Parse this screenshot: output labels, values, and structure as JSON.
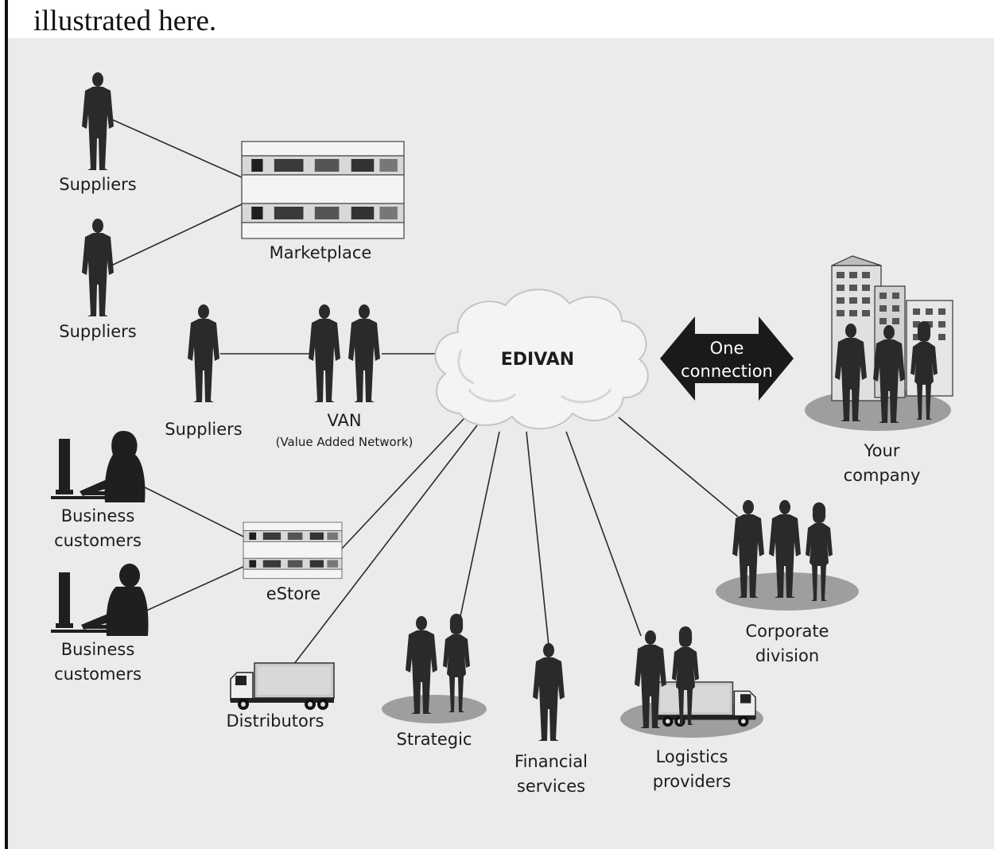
{
  "header": {
    "text": "illustrated here."
  },
  "hub": {
    "label": "EDIVAN"
  },
  "connection": {
    "line1": "One",
    "line2": "connection"
  },
  "your_company": {
    "line1": "Your",
    "line2": "company"
  },
  "marketplace": {
    "label": "Marketplace"
  },
  "estore": {
    "label": "eStore"
  },
  "suppliers": {
    "top": "Suppliers",
    "middle": "Suppliers",
    "van_side": "Suppliers"
  },
  "van": {
    "label": "VAN",
    "sublabel": "(Value Added Network)"
  },
  "business_customers": {
    "first_line1": "Business",
    "first_line2": "customers",
    "second_line1": "Business",
    "second_line2": "customers"
  },
  "distributors": {
    "label": "Distributors"
  },
  "strategic": {
    "label": "Strategic"
  },
  "financial": {
    "line1": "Financial",
    "line2": "services"
  },
  "logistics": {
    "line1": "Logistics",
    "line2": "providers"
  },
  "corporate": {
    "line1": "Corporate",
    "line2": "division"
  },
  "colors": {
    "background": "#ebebeb",
    "silhouette": "#2a2a2a",
    "cloud": "#f2f2f2",
    "arrow": "#1a1a1a"
  }
}
